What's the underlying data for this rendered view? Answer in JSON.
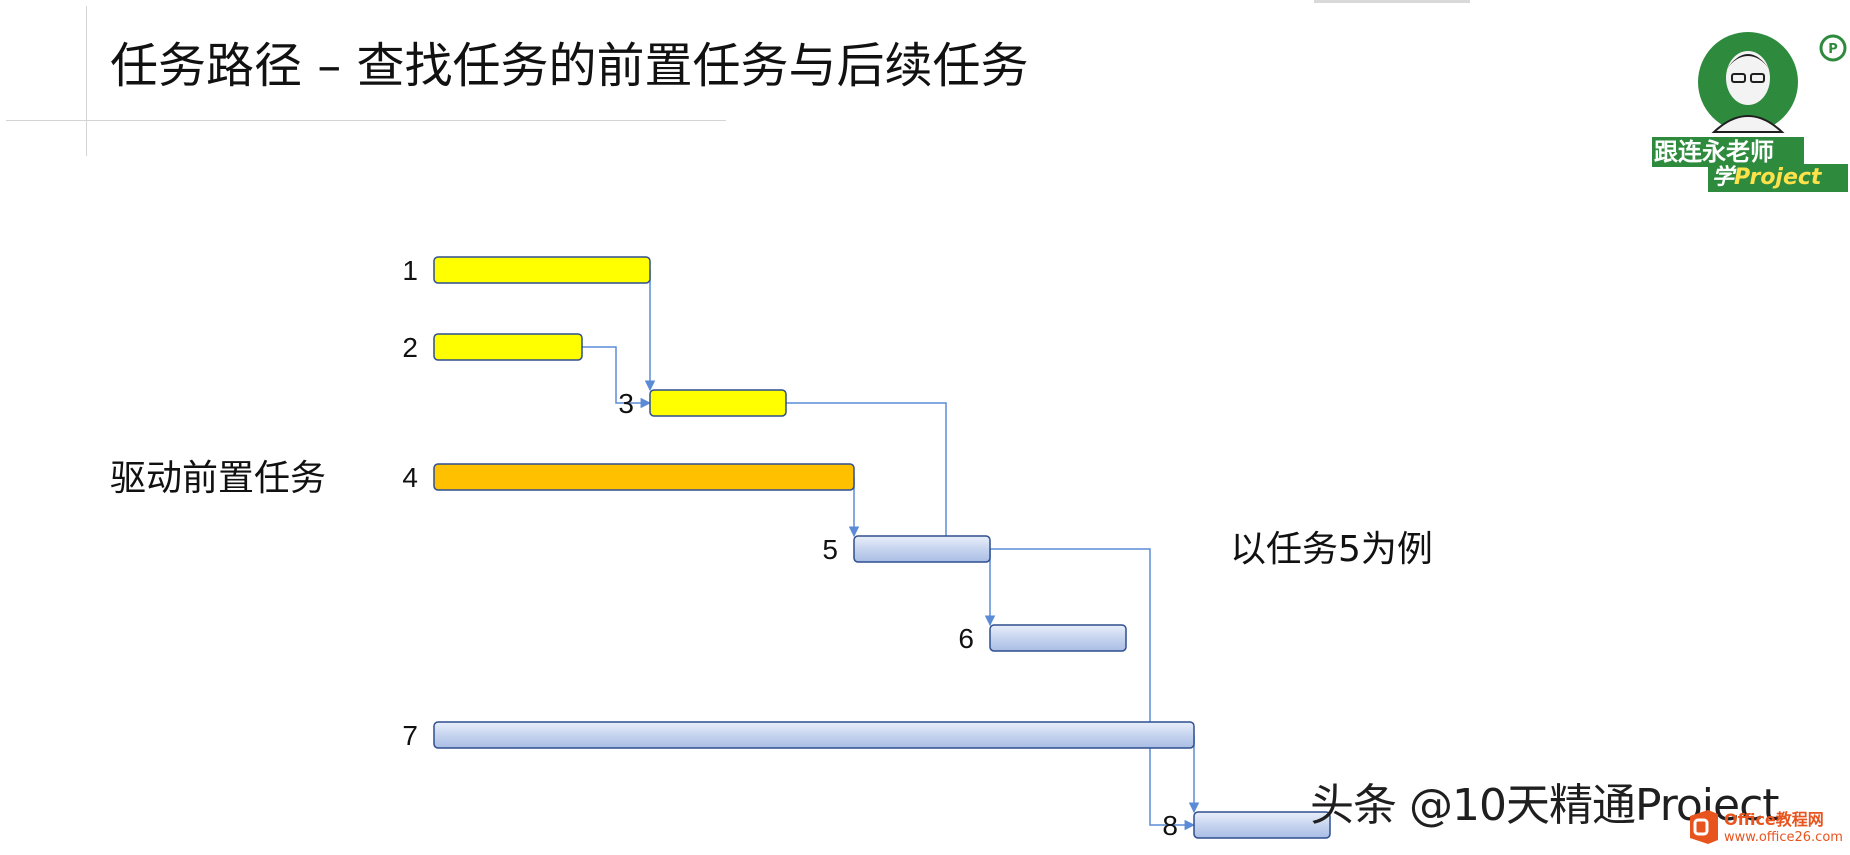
{
  "title": "任务路径 – 查找任务的前置任务与后续任务",
  "side_label": "驱动前置任务",
  "example_label": "以任务5为例",
  "watermark": "头条 @10天精通Project",
  "logo": {
    "line1": "跟连永老师",
    "line2_prefix": "学",
    "line2_accent": "Project"
  },
  "brand": {
    "name": "Office教程网",
    "url": "www.office26.com"
  },
  "colors": {
    "predecessor": "#ffff00",
    "driving_predecessor": "#ffc000",
    "task": "#c9d6ee",
    "bar_border": "#2f4f8f",
    "link": "#5b8bd6"
  },
  "tasks": [
    {
      "id": "1",
      "kind": "predecessor"
    },
    {
      "id": "2",
      "kind": "predecessor"
    },
    {
      "id": "3",
      "kind": "predecessor"
    },
    {
      "id": "4",
      "kind": "driving_predecessor"
    },
    {
      "id": "5",
      "kind": "task"
    },
    {
      "id": "6",
      "kind": "task"
    },
    {
      "id": "7",
      "kind": "task"
    },
    {
      "id": "8",
      "kind": "task"
    }
  ],
  "links": [
    {
      "from": "1",
      "to": "3"
    },
    {
      "from": "2",
      "to": "3"
    },
    {
      "from": "3",
      "to": "5"
    },
    {
      "from": "4",
      "to": "5"
    },
    {
      "from": "5",
      "to": "6"
    },
    {
      "from": "5",
      "to": "8"
    },
    {
      "from": "7",
      "to": "8"
    }
  ]
}
